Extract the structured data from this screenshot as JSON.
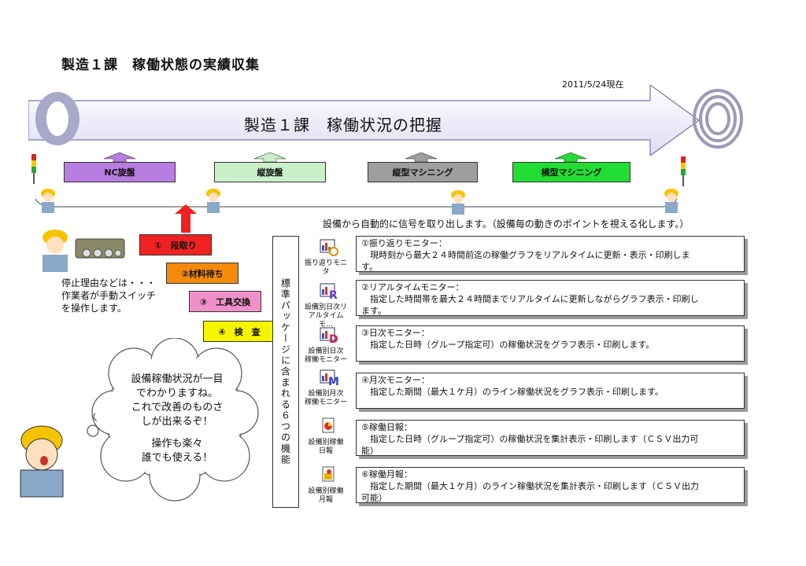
{
  "title": "製造１課　稼働状態の実績収集",
  "date": "2011/5/24現在",
  "banner": {
    "text": "製造１課　稼働状況の把握"
  },
  "machines": [
    {
      "label": "NC旋盤",
      "color": "#b87de0"
    },
    {
      "label": "縦旋盤",
      "color": "#c9f0c9"
    },
    {
      "label": "縦型マシニング",
      "color": "#9e9e9e"
    },
    {
      "label": "横型マシニング",
      "color": "#22dd33"
    }
  ],
  "signal_caption": "設備から自動的に信号を取り出します。（設備毎の動きのポイントを視える化します。）",
  "operator_caption": [
    "停止理由などは・・・",
    "作業者が手動スイッチ",
    "を操作します。"
  ],
  "steps": [
    {
      "label": "①　段取り",
      "color": "#ee2222"
    },
    {
      "label": "②材料待ち",
      "color": "#f58a0a"
    },
    {
      "label": "③　工具交換",
      "color": "#f090c8"
    },
    {
      "label": "④　検　査",
      "color": "#f5f500"
    }
  ],
  "cloud_text": [
    "設備稼働状況が一目",
    "でわかりますね。",
    "これで改善のものさ",
    "しが出来るぞ！",
    "",
    "操作も楽々",
    "誰でも使える！"
  ],
  "package_label": "標準パッケージに含まれる６つの機能",
  "features": [
    {
      "icon_label": [
        "振り返りモニタ"
      ],
      "title": "①振り返りモニター：",
      "desc": "　現時刻から最大２４時間前迄の稼働グラフをリアルタイムに更新・表示・印刷しま",
      "desc2": "す。",
      "icon_letter": "",
      "icon_color": "#3355cc"
    },
    {
      "icon_label": [
        "設備別日次リ",
        "アルタイムモ…"
      ],
      "title": "②リアルタイムモニター：",
      "desc": "　指定した時間帯を最大２４時間までリアルタイムに更新しながらグラフ表示・印刷し",
      "desc2": "ます。",
      "icon_letter": "R",
      "icon_color": "#6a3cc8"
    },
    {
      "icon_label": [
        "設備別日次",
        "稼働モニター"
      ],
      "title": "③日次モニター：",
      "desc": "　指定した日時（グループ指定可）の稼働状況をグラフ表示・印刷します。",
      "desc2": "",
      "icon_letter": "D",
      "icon_color": "#cc2255"
    },
    {
      "icon_label": [
        "設備別月次",
        "稼働モニター"
      ],
      "title": "④月次モニター：",
      "desc": "　指定した期間（最大１ケ月）のライン稼働状況をグラフ表示・印刷します。",
      "desc2": "",
      "icon_letter": "M",
      "icon_color": "#3344cc"
    },
    {
      "icon_label": [
        "設備別稼働",
        "日報"
      ],
      "title": "⑤稼働日報：",
      "desc": "　指定した日時（グループ指定可）の稼働状況を集計表示・印刷します（ＣＳＶ出力可",
      "desc2": "能）",
      "icon_letter": "",
      "icon_color": "#dd3322"
    },
    {
      "icon_label": [
        "設備別稼働",
        "月報"
      ],
      "title": "⑥稼働月報：",
      "desc": "　指定した期間（最大１ケ月）のライン稼働状況を集計表示・印刷します（ＣＳＶ出力",
      "desc2": "可能）",
      "icon_letter": "",
      "icon_color": "#e8b000"
    }
  ]
}
